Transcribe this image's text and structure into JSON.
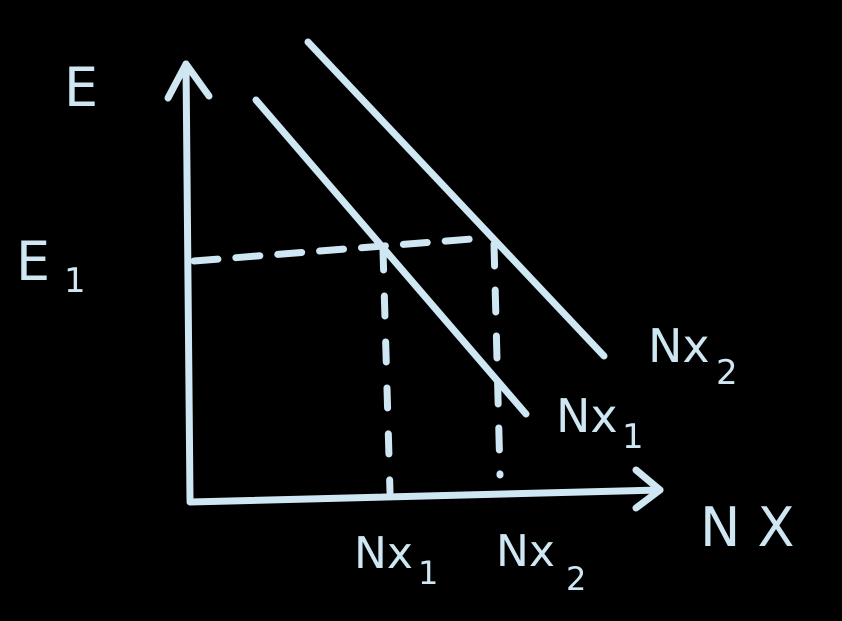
{
  "diagram": {
    "y_axis_label": "E",
    "y_level_label": "E",
    "y_level_subscript": "1",
    "x_axis_label": "N X",
    "curve_1_label": "Nx",
    "curve_1_subscript": "1",
    "curve_2_label": "Nx",
    "curve_2_subscript": "2",
    "x_tick_1_label": "Nx",
    "x_tick_1_subscript": "1",
    "x_tick_2_label": "Nx",
    "x_tick_2_subscript": "2"
  },
  "colors": {
    "background": "#000000",
    "ink": "#cfe6f3"
  }
}
